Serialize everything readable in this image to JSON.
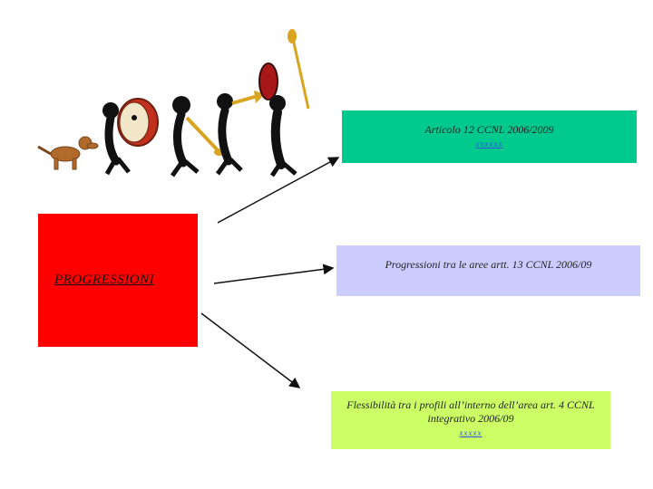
{
  "colors": {
    "article_box": "#00c98d",
    "areas_box": "#ccccff",
    "flex_box": "#ccff66",
    "progressioni_box": "#ff0000"
  },
  "progressioni": {
    "label": "PROGRESSIONI"
  },
  "article": {
    "title": "Articolo 12  CCNL 2006/2009",
    "link": "xxxxxx"
  },
  "areas": {
    "title": "Progressioni tra le aree artt. 13 CCNL 2006/09"
  },
  "flex": {
    "title": "Flessibilità tra i profili all’interno dell’area art. 4 CCNL integrativo 2006/09",
    "link": "xxxxx"
  },
  "illustration": {
    "name": "marching-band-clipart"
  }
}
